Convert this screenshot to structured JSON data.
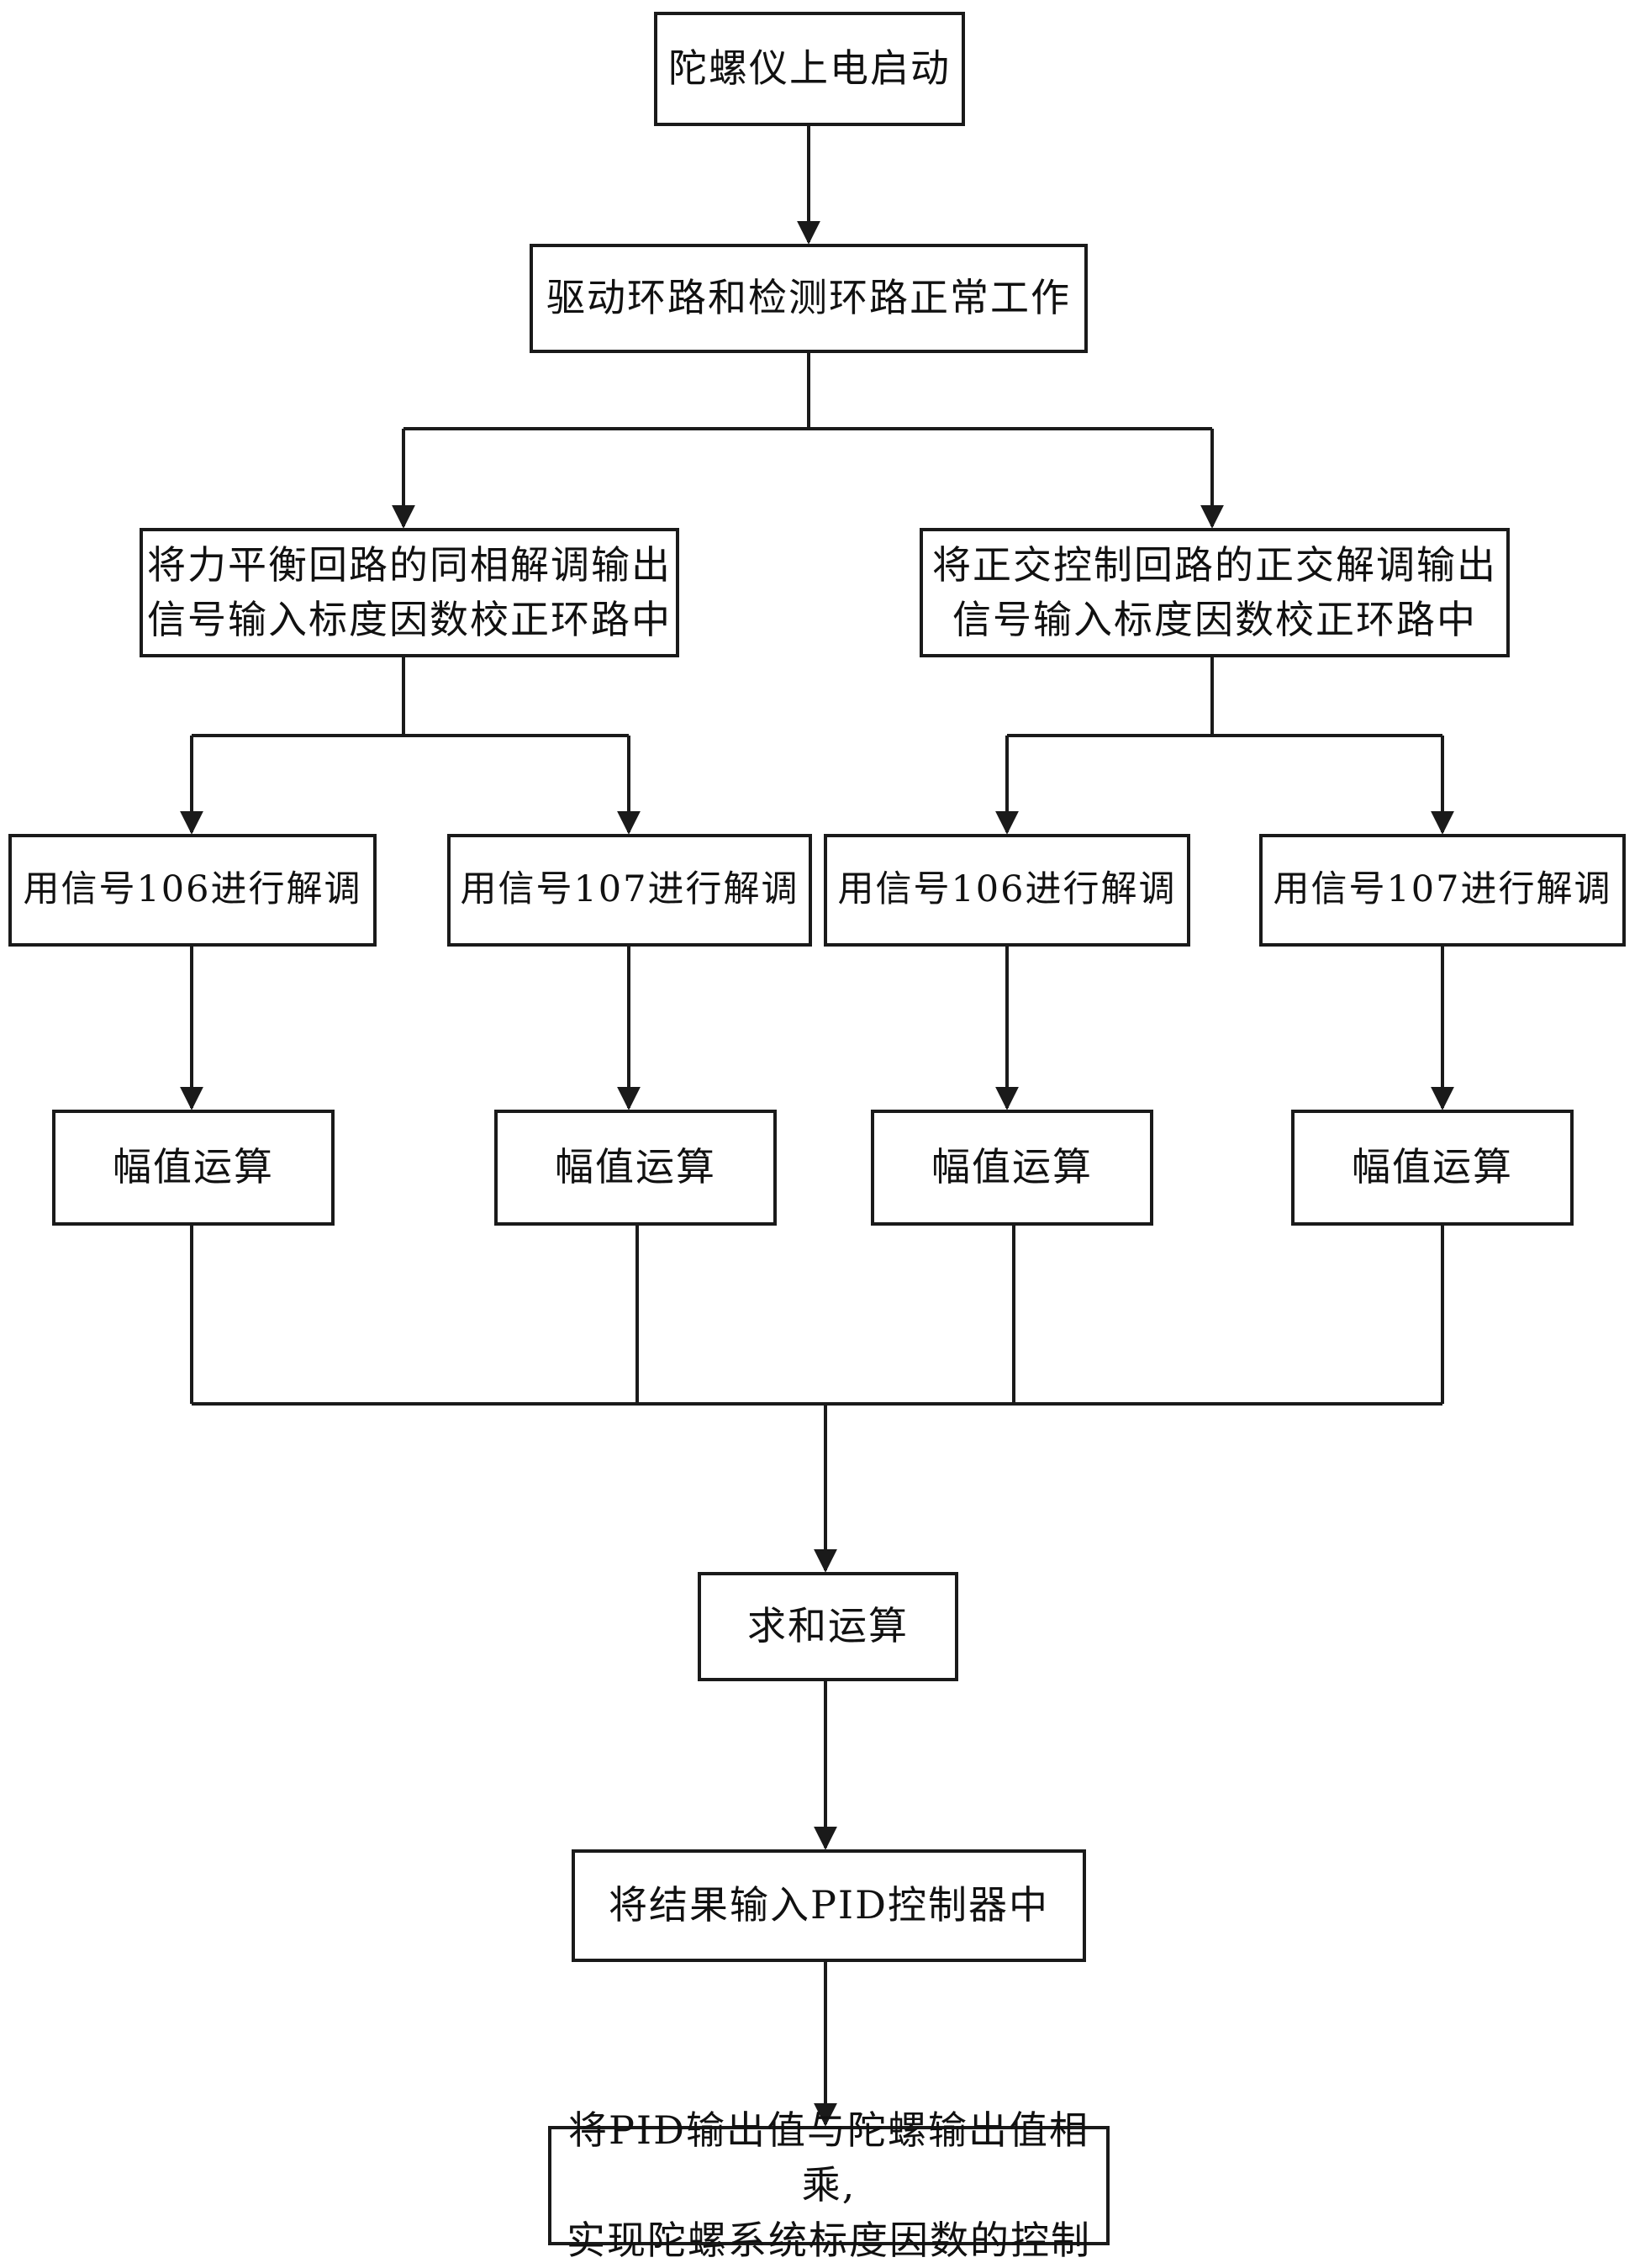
{
  "nodes": {
    "start": "陀螺仪上电启动",
    "normal_work": "驱动环路和检测环路正常工作",
    "inphase_input": "将力平衡回路的同相解调输出\n信号输入标度因数校正环路中",
    "quad_input": "将正交控制回路的正交解调输出\n信号输入标度因数校正环路中",
    "demod_a_106": "用信号106进行解调",
    "demod_a_107": "用信号107进行解调",
    "demod_b_106": "用信号106进行解调",
    "demod_b_107": "用信号107进行解调",
    "amp_1": "幅值运算",
    "amp_2": "幅值运算",
    "amp_3": "幅值运算",
    "amp_4": "幅值运算",
    "sum": "求和运算",
    "pid_input": "将结果输入PID控制器中",
    "final": "将PID输出值与陀螺输出值相乘,\n实现陀螺系统标度因数的控制"
  }
}
